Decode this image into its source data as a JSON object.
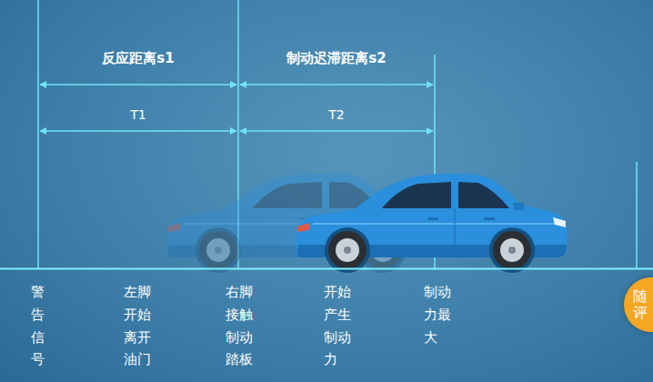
{
  "diagram": {
    "nodes": [
      {
        "text": [
          "随评"
        ]
      }
    ],
    "labels": [
      "反应距离s1",
      "制动迟滞距离s2",
      "T1",
      "T2",
      "警告信号",
      "左脚开始离开油门",
      "右脚接触制动踏板",
      "开始产生制动力",
      "制动力最大"
    ]
  }
}
